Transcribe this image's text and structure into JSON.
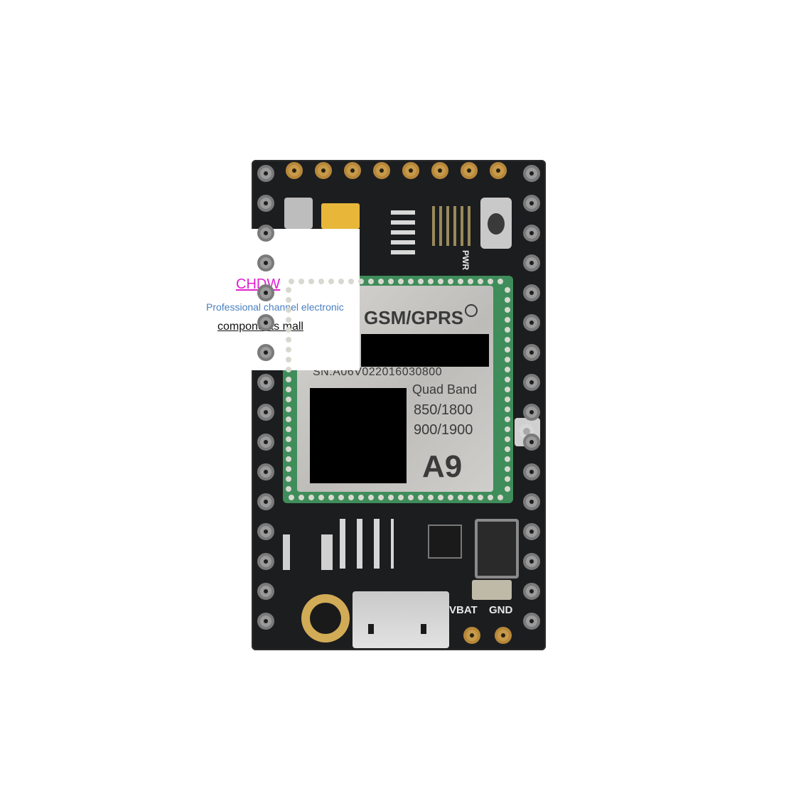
{
  "watermark": {
    "title": "CHDW",
    "subtitle": "Professional channel electronic",
    "subtitle2": "components mall"
  },
  "module": {
    "label": "GSM/GPRS",
    "serial": "SN:A06V022016030800",
    "band": "Quad Band",
    "freq1": "850/1800",
    "freq2": "900/1900",
    "model": "A9"
  },
  "silkscreen": {
    "pwr": "PWR",
    "vbat": "VBAT",
    "gnd": "GND"
  }
}
